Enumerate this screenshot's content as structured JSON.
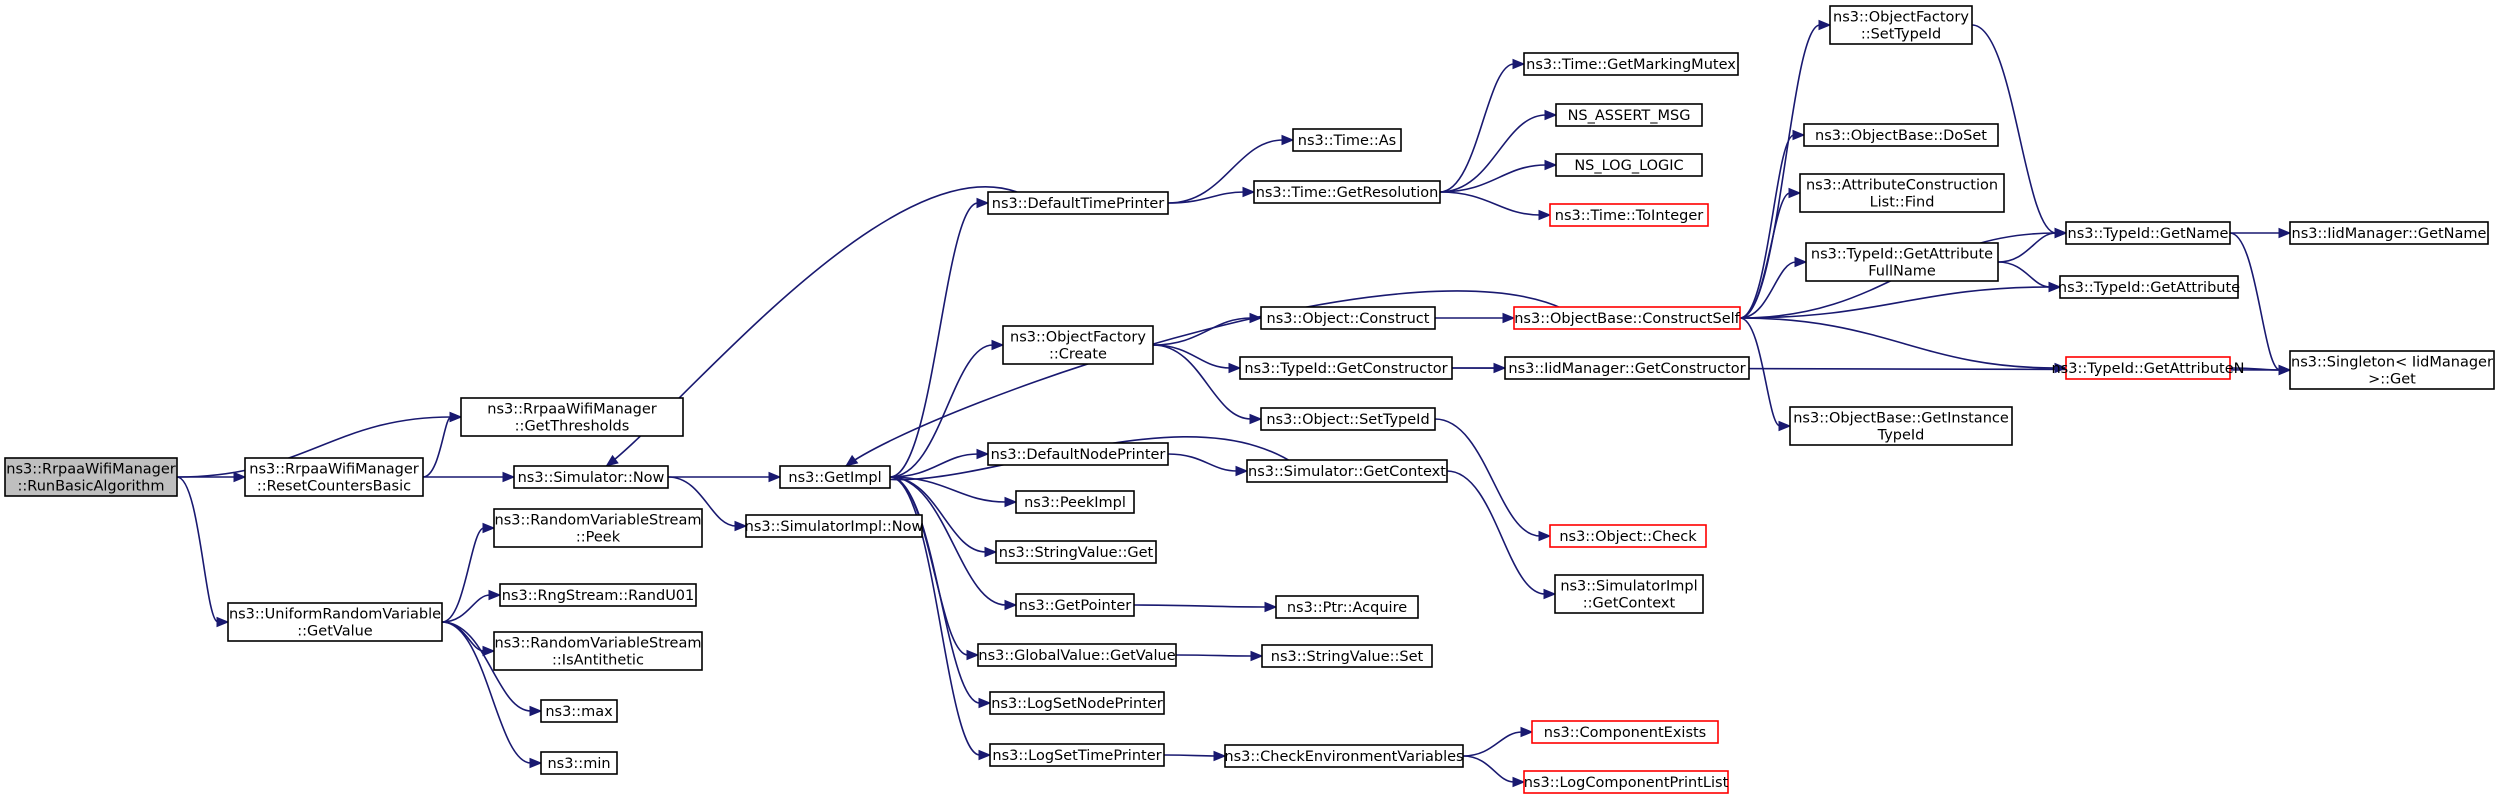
{
  "nodes": [
    {
      "id": "root",
      "lines": [
        "ns3::RrpaaWifiManager",
        "::RunBasicAlgorithm"
      ],
      "style": "root"
    },
    {
      "id": "getThresholds",
      "lines": [
        "ns3::RrpaaWifiManager",
        "::GetThresholds"
      ]
    },
    {
      "id": "resetCounters",
      "lines": [
        "ns3::RrpaaWifiManager",
        "::ResetCountersBasic"
      ]
    },
    {
      "id": "uniformGetValue",
      "lines": [
        "ns3::UniformRandomVariable",
        "::GetValue"
      ]
    },
    {
      "id": "simNow",
      "lines": [
        "ns3::Simulator::Now"
      ]
    },
    {
      "id": "rvsPeek",
      "lines": [
        "ns3::RandomVariableStream",
        "::Peek"
      ]
    },
    {
      "id": "randU01",
      "lines": [
        "ns3::RngStream::RandU01"
      ]
    },
    {
      "id": "isAntithetic",
      "lines": [
        "ns3::RandomVariableStream",
        "::IsAntithetic"
      ]
    },
    {
      "id": "max",
      "lines": [
        "ns3::max"
      ]
    },
    {
      "id": "min",
      "lines": [
        "ns3::min"
      ]
    },
    {
      "id": "getImpl",
      "lines": [
        "ns3::GetImpl"
      ]
    },
    {
      "id": "simImplNow",
      "lines": [
        "ns3::SimulatorImpl::Now"
      ]
    },
    {
      "id": "defaultTimePrinter",
      "lines": [
        "ns3::DefaultTimePrinter"
      ]
    },
    {
      "id": "objFactoryCreate",
      "lines": [
        "ns3::ObjectFactory",
        "::Create"
      ]
    },
    {
      "id": "defaultNodePrinter",
      "lines": [
        "ns3::DefaultNodePrinter"
      ]
    },
    {
      "id": "peekImpl",
      "lines": [
        "ns3::PeekImpl"
      ]
    },
    {
      "id": "stringValueGet",
      "lines": [
        "ns3::StringValue::Get"
      ]
    },
    {
      "id": "getPointer",
      "lines": [
        "ns3::GetPointer"
      ]
    },
    {
      "id": "globalValueGetValue",
      "lines": [
        "ns3::GlobalValue::GetValue"
      ]
    },
    {
      "id": "logSetNodePrinter",
      "lines": [
        "ns3::LogSetNodePrinter"
      ]
    },
    {
      "id": "logSetTimePrinter",
      "lines": [
        "ns3::LogSetTimePrinter"
      ]
    },
    {
      "id": "timeAs",
      "lines": [
        "ns3::Time::As"
      ]
    },
    {
      "id": "timeGetResolution",
      "lines": [
        "ns3::Time::GetResolution"
      ]
    },
    {
      "id": "objectConstruct",
      "lines": [
        "ns3::Object::Construct"
      ]
    },
    {
      "id": "typeIdGetConstructor",
      "lines": [
        "ns3::TypeId::GetConstructor"
      ]
    },
    {
      "id": "objectSetTypeId",
      "lines": [
        "ns3::Object::SetTypeId"
      ]
    },
    {
      "id": "simGetContext",
      "lines": [
        "ns3::Simulator::GetContext"
      ]
    },
    {
      "id": "ptrAcquire",
      "lines": [
        "ns3::Ptr::Acquire"
      ]
    },
    {
      "id": "stringValueSet",
      "lines": [
        "ns3::StringValue::Set"
      ]
    },
    {
      "id": "checkEnvVars",
      "lines": [
        "ns3::CheckEnvironmentVariables"
      ]
    },
    {
      "id": "timeGetMarkingMutex",
      "lines": [
        "ns3::Time::GetMarkingMutex"
      ]
    },
    {
      "id": "nsAssertMsg",
      "lines": [
        "NS_ASSERT_MSG"
      ]
    },
    {
      "id": "nsLogLogic",
      "lines": [
        "NS_LOG_LOGIC"
      ]
    },
    {
      "id": "timeToInteger",
      "lines": [
        "ns3::Time::ToInteger"
      ],
      "style": "red"
    },
    {
      "id": "objBaseConstructSelf",
      "lines": [
        "ns3::ObjectBase::ConstructSelf"
      ],
      "style": "red"
    },
    {
      "id": "iidGetConstructor",
      "lines": [
        "ns3::IidManager::GetConstructor"
      ]
    },
    {
      "id": "objectCheck",
      "lines": [
        "ns3::Object::Check"
      ],
      "style": "red"
    },
    {
      "id": "simImplGetContext",
      "lines": [
        "ns3::SimulatorImpl",
        "::GetContext"
      ]
    },
    {
      "id": "componentExists",
      "lines": [
        "ns3::ComponentExists"
      ],
      "style": "red"
    },
    {
      "id": "logComponentPrintList",
      "lines": [
        "ns3::LogComponentPrintList"
      ],
      "style": "red"
    },
    {
      "id": "objFactorySetTypeId",
      "lines": [
        "ns3::ObjectFactory",
        "::SetTypeId"
      ]
    },
    {
      "id": "objBaseDoSet",
      "lines": [
        "ns3::ObjectBase::DoSet"
      ]
    },
    {
      "id": "attrConstructionFind",
      "lines": [
        "ns3::AttributeConstruction",
        "List::Find"
      ]
    },
    {
      "id": "typeIdGetAttrFullName",
      "lines": [
        "ns3::TypeId::GetAttribute",
        "FullName"
      ]
    },
    {
      "id": "objBaseGetInstanceTypeId",
      "lines": [
        "ns3::ObjectBase::GetInstance",
        "TypeId"
      ]
    },
    {
      "id": "typeIdGetName",
      "lines": [
        "ns3::TypeId::GetName"
      ]
    },
    {
      "id": "typeIdGetAttribute",
      "lines": [
        "ns3::TypeId::GetAttribute"
      ]
    },
    {
      "id": "typeIdGetAttributeN",
      "lines": [
        "ns3::TypeId::GetAttributeN"
      ],
      "style": "red"
    },
    {
      "id": "iidGetName",
      "lines": [
        "ns3::IidManager::GetName"
      ]
    },
    {
      "id": "singletonGet",
      "lines": [
        "ns3::Singleton< IidManager",
        ">::Get"
      ]
    }
  ],
  "edges": [
    [
      "root",
      "getThresholds"
    ],
    [
      "root",
      "resetCounters"
    ],
    [
      "root",
      "uniformGetValue"
    ],
    [
      "resetCounters",
      "getThresholds"
    ],
    [
      "resetCounters",
      "simNow"
    ],
    [
      "uniformGetValue",
      "rvsPeek"
    ],
    [
      "uniformGetValue",
      "randU01"
    ],
    [
      "uniformGetValue",
      "isAntithetic"
    ],
    [
      "uniformGetValue",
      "max"
    ],
    [
      "uniformGetValue",
      "min"
    ],
    [
      "simNow",
      "getImpl"
    ],
    [
      "simNow",
      "simImplNow"
    ],
    [
      "getImpl",
      "defaultTimePrinter"
    ],
    [
      "getImpl",
      "objFactoryCreate"
    ],
    [
      "getImpl",
      "defaultNodePrinter"
    ],
    [
      "getImpl",
      "peekImpl"
    ],
    [
      "getImpl",
      "stringValueGet"
    ],
    [
      "getImpl",
      "getPointer"
    ],
    [
      "getImpl",
      "globalValueGetValue"
    ],
    [
      "getImpl",
      "logSetNodePrinter"
    ],
    [
      "getImpl",
      "logSetTimePrinter"
    ],
    [
      "defaultTimePrinter",
      "simNow"
    ],
    [
      "defaultTimePrinter",
      "timeAs"
    ],
    [
      "defaultTimePrinter",
      "timeGetResolution"
    ],
    [
      "timeGetResolution",
      "timeGetMarkingMutex"
    ],
    [
      "timeGetResolution",
      "nsAssertMsg"
    ],
    [
      "timeGetResolution",
      "nsLogLogic"
    ],
    [
      "timeGetResolution",
      "timeToInteger"
    ],
    [
      "objFactoryCreate",
      "objectConstruct"
    ],
    [
      "objFactoryCreate",
      "typeIdGetConstructor"
    ],
    [
      "objFactoryCreate",
      "objectSetTypeId"
    ],
    [
      "objectConstruct",
      "objBaseConstructSelf"
    ],
    [
      "typeIdGetConstructor",
      "iidGetConstructor"
    ],
    [
      "typeIdGetConstructor",
      "singletonGet"
    ],
    [
      "objectSetTypeId",
      "objectCheck"
    ],
    [
      "defaultNodePrinter",
      "simGetContext"
    ],
    [
      "simGetContext",
      "getImpl"
    ],
    [
      "simGetContext",
      "simImplGetContext"
    ],
    [
      "getPointer",
      "ptrAcquire"
    ],
    [
      "globalValueGetValue",
      "stringValueSet"
    ],
    [
      "logSetTimePrinter",
      "checkEnvVars"
    ],
    [
      "checkEnvVars",
      "componentExists"
    ],
    [
      "checkEnvVars",
      "logComponentPrintList"
    ],
    [
      "objBaseConstructSelf",
      "objFactorySetTypeId"
    ],
    [
      "objBaseConstructSelf",
      "objBaseDoSet"
    ],
    [
      "objBaseConstructSelf",
      "attrConstructionFind"
    ],
    [
      "objBaseConstructSelf",
      "typeIdGetAttrFullName"
    ],
    [
      "objBaseConstructSelf",
      "typeIdGetName"
    ],
    [
      "objBaseConstructSelf",
      "typeIdGetAttribute"
    ],
    [
      "objBaseConstructSelf",
      "typeIdGetAttributeN"
    ],
    [
      "objBaseConstructSelf",
      "objBaseGetInstanceTypeId"
    ],
    [
      "objFactorySetTypeId",
      "typeIdGetName"
    ],
    [
      "typeIdGetAttrFullName",
      "typeIdGetName"
    ],
    [
      "typeIdGetAttrFullName",
      "typeIdGetAttribute"
    ],
    [
      "typeIdGetName",
      "iidGetName"
    ],
    [
      "typeIdGetName",
      "singletonGet"
    ],
    [
      "typeIdGetAttributeN",
      "singletonGet"
    ],
    [
      "objBaseConstructSelf",
      "getImpl"
    ]
  ]
}
